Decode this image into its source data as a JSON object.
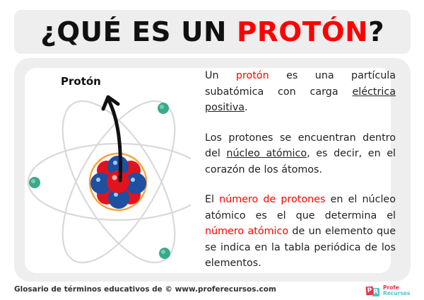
{
  "title": {
    "prefix": "¿QUÉ ES UN ",
    "highlight": "PROTÓN",
    "suffix": "?"
  },
  "diagram": {
    "label": "Protón",
    "colors": {
      "orbit": "#d9d9d9",
      "electron": "#3aa98a",
      "proton": "#e0141e",
      "neutron": "#1f4fa0",
      "nucleus_ring": "#f5a541",
      "arrow": "#111111"
    }
  },
  "paragraphs": {
    "p1": {
      "t1": "Un ",
      "red1": "protón",
      "t2": " es una partícula subatómica con carga ",
      "u1": "eléctrica positiva",
      "t3": "."
    },
    "p2": {
      "t1": "Los protones se encuentran dentro del ",
      "u1": "núcleo atómico",
      "t2": ", es decir, en el corazón de los átomos."
    },
    "p3": {
      "t1": "El ",
      "red1": "número de protones",
      "t2": " en el núcleo atómico es el que determina el ",
      "red2": "número atómico",
      "t3": " de un elemento que se indica en la tabla periódica de los elementos."
    }
  },
  "footer": {
    "text": "Glosario de términos educativos de © www.proferecursos.com"
  },
  "logo": {
    "letter1": "P",
    "letter2": "R",
    "line1": "Profe",
    "line2": "Recursos"
  },
  "colors": {
    "accent_red": "#ff0000",
    "panel_gray": "#eeeeee",
    "text": "#222222"
  }
}
